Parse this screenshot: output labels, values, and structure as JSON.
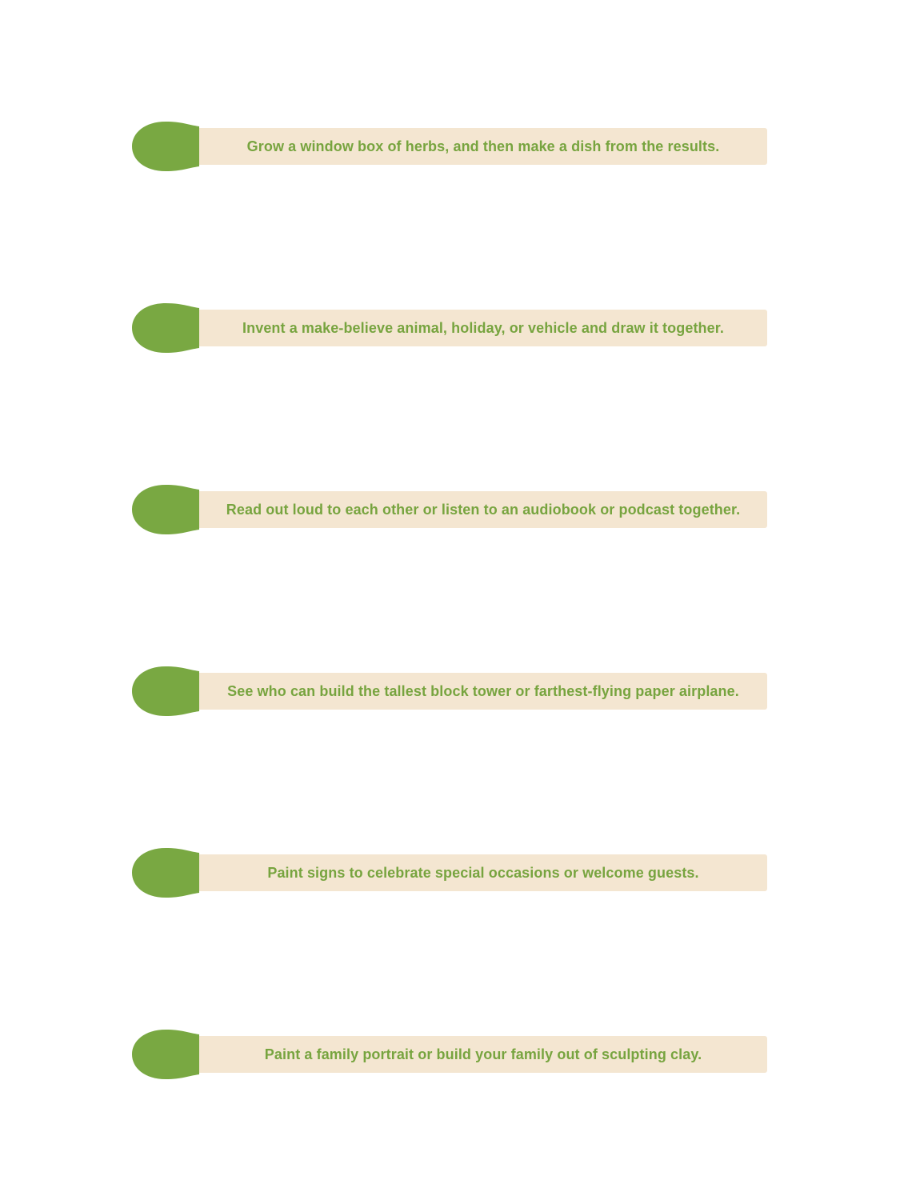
{
  "colors": {
    "head": "#79a842",
    "stick": "#f4e6d1",
    "text": "#77a43f"
  },
  "items": [
    {
      "label": "Grow a window box of herbs, and then make a dish from the results."
    },
    {
      "label": "Invent a make-believe animal, holiday, or vehicle and draw it together."
    },
    {
      "label": "Read out loud to each other or listen to an audiobook or podcast together."
    },
    {
      "label": "See who can build the tallest block tower or farthest-flying paper airplane."
    },
    {
      "label": "Paint signs to celebrate special occasions or welcome guests."
    },
    {
      "label": "Paint a family portrait or build your family out of sculpting clay."
    }
  ]
}
